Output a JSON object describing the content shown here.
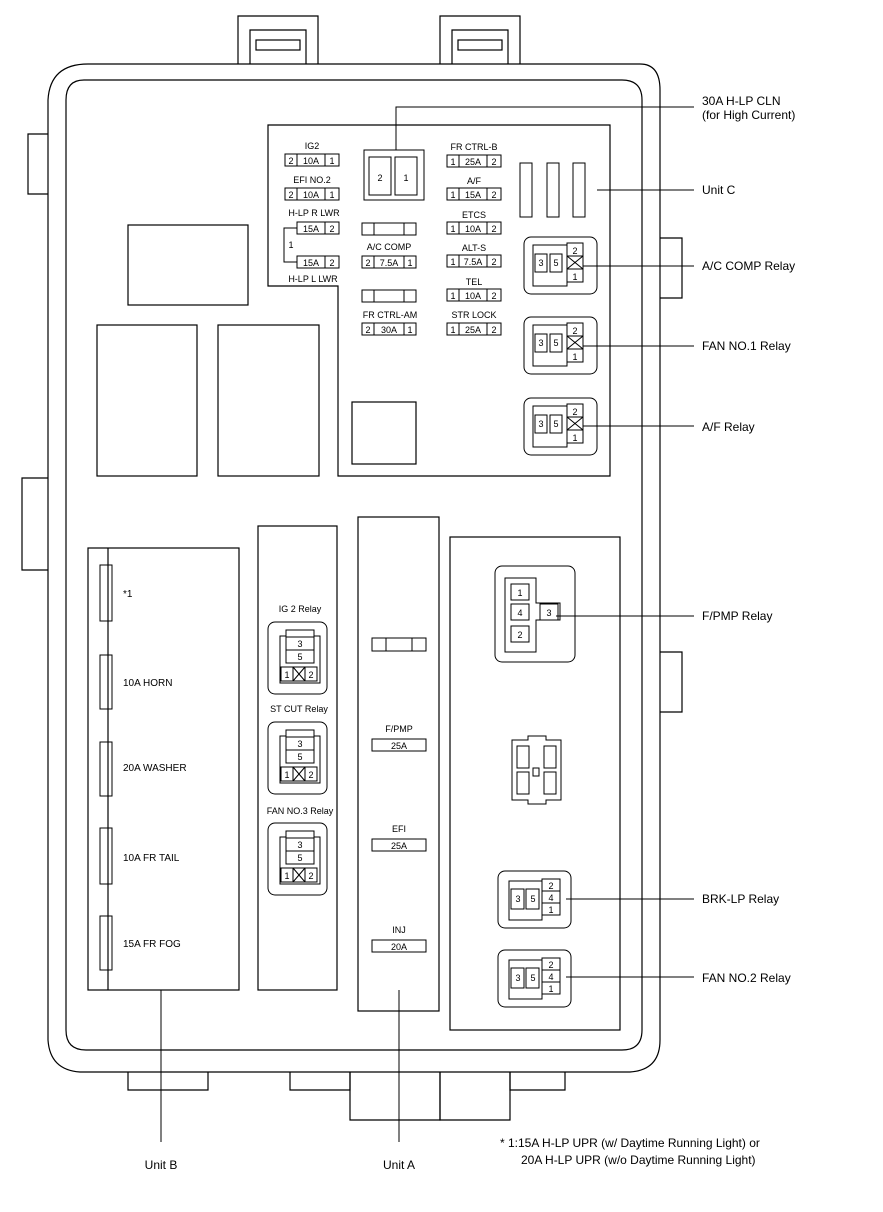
{
  "callouts": {
    "hlp_cln_line1": "30A H-LP CLN",
    "hlp_cln_line2": "(for High Current)",
    "unit_c": "Unit C",
    "ac_comp_relay": "A/C COMP Relay",
    "fan1_relay": "FAN NO.1 Relay",
    "af_relay": "A/F Relay",
    "fpmp_relay": "F/PMP Relay",
    "brklp_relay": "BRK-LP Relay",
    "fan2_relay": "FAN NO.2 Relay",
    "unit_b": "Unit B",
    "unit_a": "Unit A"
  },
  "footnote": {
    "line1": "* 1:15A H-LP UPR (w/ Daytime Running Light) or",
    "line2": "20A H-LP UPR (w/o Daytime Running Light)"
  },
  "unit_c_fuses": {
    "ig2": {
      "label": "IG2",
      "p2": "2",
      "amp": "10A",
      "p1": "1"
    },
    "efi2": {
      "label": "EFI NO.2",
      "p2": "2",
      "amp": "10A",
      "p1": "1"
    },
    "hlp_r": {
      "label": "H-LP R LWR",
      "amp": "15A",
      "pin": "2"
    },
    "hlp_l": {
      "label": "H-LP L LWR",
      "amp": "15A",
      "pin": "2"
    },
    "hlp_common": "1",
    "ac_comp": {
      "label": "A/C COMP",
      "p2": "2",
      "amp": "7.5A",
      "p1": "1"
    },
    "fr_ctrl_am": {
      "label": "FR CTRL-AM",
      "p2": "2",
      "amp": "30A",
      "p1": "1"
    },
    "fr_ctrl_b": {
      "label": "FR CTRL-B",
      "p1": "1",
      "amp": "25A",
      "p2": "2"
    },
    "af": {
      "label": "A/F",
      "p1": "1",
      "amp": "15A",
      "p2": "2"
    },
    "etcs": {
      "label": "ETCS",
      "p1": "1",
      "amp": "10A",
      "p2": "2"
    },
    "alt_s": {
      "label": "ALT-S",
      "p1": "1",
      "amp": "7.5A",
      "p2": "2"
    },
    "tel": {
      "label": "TEL",
      "p1": "1",
      "amp": "10A",
      "p2": "2"
    },
    "str_lock": {
      "label": "STR LOCK",
      "p1": "1",
      "amp": "25A",
      "p2": "2"
    },
    "hlp_cln_pins": {
      "left": "2",
      "right": "1"
    }
  },
  "unit_c_relays": {
    "p3": "3",
    "p5": "5",
    "p2": "2",
    "p1": "1"
  },
  "unit_b_fuses": {
    "f1": "*1",
    "f2": "10A HORN",
    "f3": "20A WASHER",
    "f4": "10A FR TAIL",
    "f5": "15A FR FOG"
  },
  "mid_relays": {
    "ig2": "IG 2 Relay",
    "st_cut": "ST CUT Relay",
    "fan3": "FAN NO.3 Relay",
    "p3": "3",
    "p5": "5",
    "p1": "1",
    "p2": "2"
  },
  "unit_a_fuses": {
    "fpmp": {
      "label": "F/PMP",
      "amp": "25A"
    },
    "efi": {
      "label": "EFI",
      "amp": "25A"
    },
    "inj": {
      "label": "INJ",
      "amp": "20A"
    }
  },
  "right_relays": {
    "fpmp": {
      "p1": "1",
      "p4": "4",
      "p2": "2",
      "p3": "3"
    },
    "small": {
      "p3": "3",
      "p5": "5",
      "p2": "2",
      "p4": "4",
      "p1": "1"
    }
  }
}
